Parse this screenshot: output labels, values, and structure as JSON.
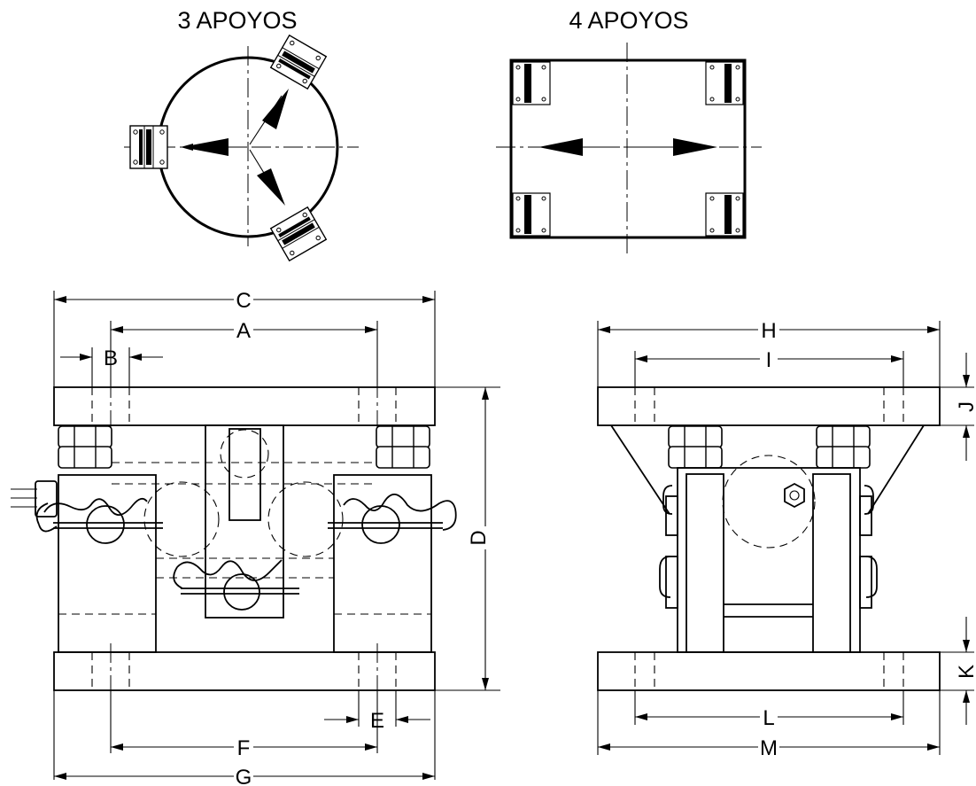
{
  "titles": {
    "three_supports": "3 APOYOS",
    "four_supports": "4 APOYOS"
  },
  "dimensions": {
    "C": "C",
    "A": "A",
    "B": "B",
    "D": "D",
    "E": "E",
    "F": "F",
    "G": "G",
    "H": "H",
    "I": "I",
    "J": "J",
    "K": "K",
    "L": "L",
    "M": "M"
  }
}
